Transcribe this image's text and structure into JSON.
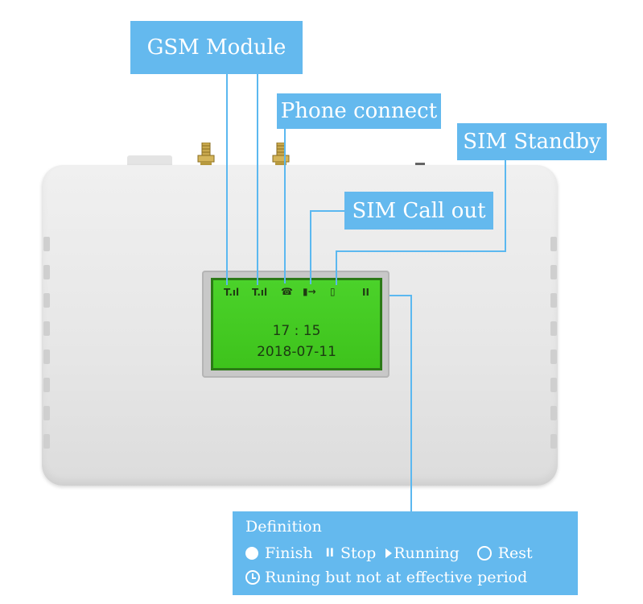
{
  "labels": {
    "gsm_module": "GSM Module",
    "phone_connect": "Phone connect",
    "sim_standby": "SIM Standby",
    "sim_call_out": "SIM Call out"
  },
  "lcd": {
    "time": "17 : 15",
    "date": "2018-07-11",
    "icons": {
      "signal_1": "T.ıl",
      "signal_2": "T.ıl",
      "phone": "☎",
      "sim_call_out": "▮→",
      "sim_standby": "▯",
      "status": "II"
    }
  },
  "definition": {
    "title": "Definition",
    "finish": "Finish",
    "stop": "Stop",
    "running": "Running",
    "rest": "Rest",
    "running_not_effective": "Runing but not at effective period",
    "stop_glyph": "II"
  },
  "colors": {
    "label_bg": "#64b9ee",
    "lcd_green": "#44cc22",
    "device_body": "#e8e8e8"
  }
}
